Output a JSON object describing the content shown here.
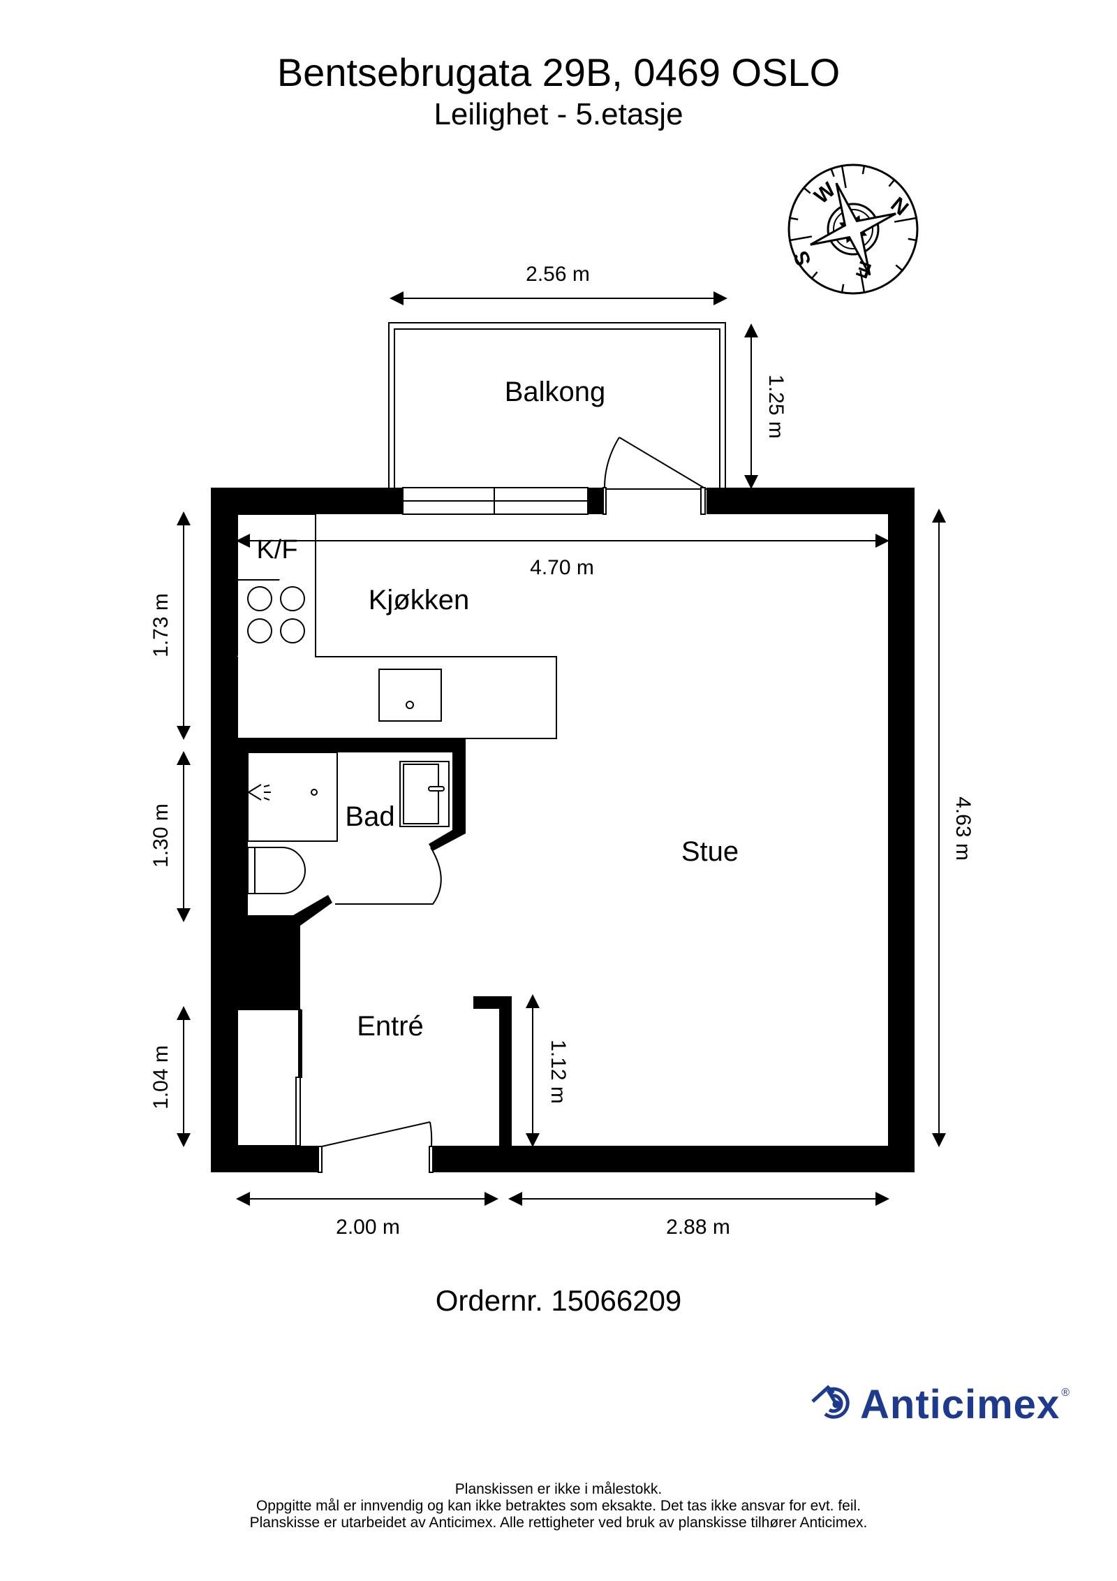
{
  "header": {
    "title": "Bentsebrugata 29B, 0469 OSLO",
    "subtitle": "Leilighet  - 5.etasje"
  },
  "compass": {
    "icon": "compass-rose-icon",
    "labels": {
      "n": "N",
      "e": "E",
      "s": "S",
      "w": "W"
    }
  },
  "rooms": {
    "balcony": "Balkong",
    "kitchen": "Kjøkken",
    "fridge": "K/F",
    "bathroom": "Bad",
    "living": "Stue",
    "entrance": "Entré"
  },
  "dimensions": {
    "balcony_width": "2.56 m",
    "balcony_depth": "1.25 m",
    "interior_width": "4.70 m",
    "kitchen_depth": "1.73 m",
    "bathroom_depth": "1.30 m",
    "closet_depth": "1.04 m",
    "total_depth": "4.63 m",
    "entrance_wall": "1.12 m",
    "bottom_left": "2.00 m",
    "bottom_right": "2.88 m"
  },
  "order": "Ordernr. 15066209",
  "logo": {
    "text": "Anticimex",
    "reg": "®",
    "color": "#1d3a8f"
  },
  "footer": {
    "line1": "Planskissen er ikke i målestokk.",
    "line2": "Oppgitte mål er innvendig og kan ikke betraktes som eksakte. Det tas ikke ansvar for evt. feil.",
    "line3": "Planskisse er utarbeidet av Anticimex. Alle rettigheter ved bruk av planskisse tilhører Anticimex."
  }
}
